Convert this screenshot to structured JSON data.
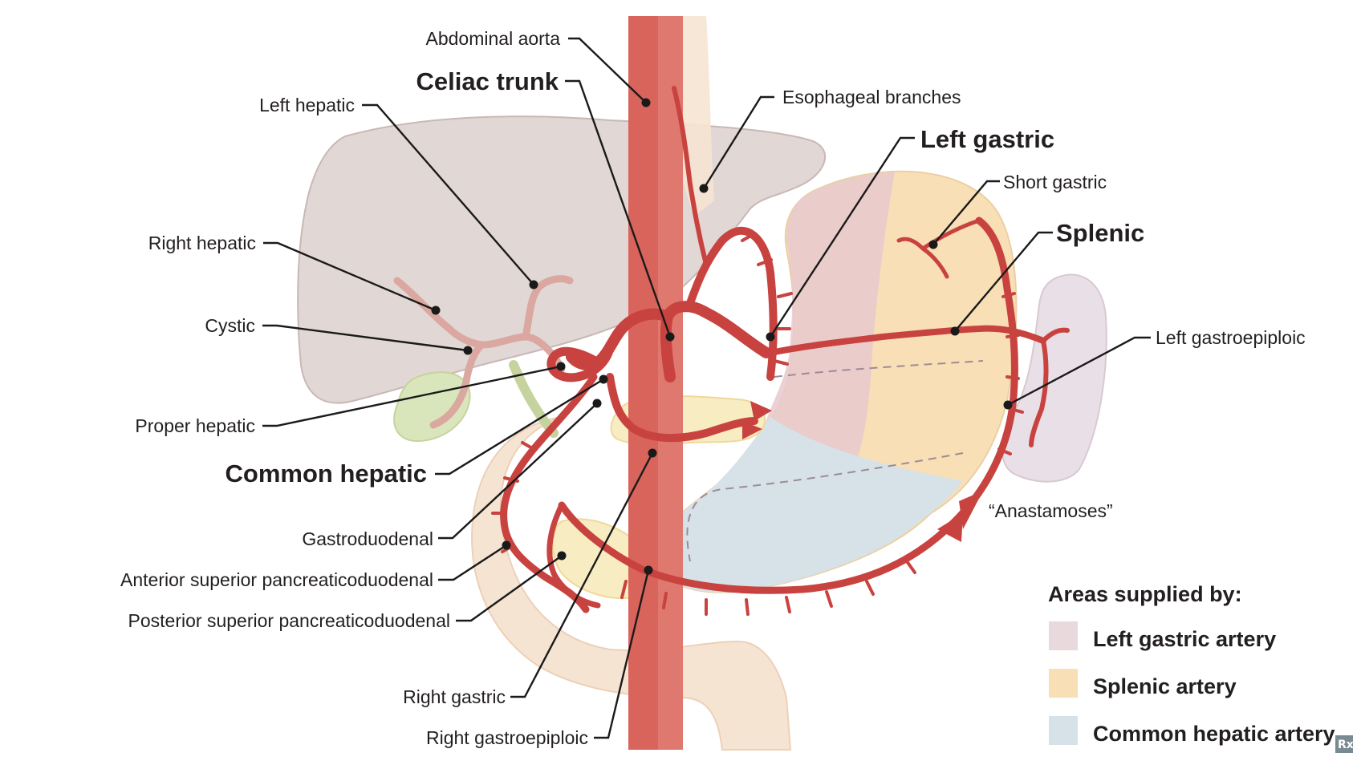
{
  "labels": {
    "abdominal_aorta": "Abdominal aorta",
    "celiac_trunk": "Celiac trunk",
    "esophageal_branches": "Esophageal branches",
    "left_hepatic": "Left hepatic",
    "left_gastric": "Left gastric",
    "short_gastric": "Short gastric",
    "splenic": "Splenic",
    "right_hepatic": "Right hepatic",
    "cystic": "Cystic",
    "left_gastroepiploic": "Left gastroepiploic",
    "proper_hepatic": "Proper hepatic",
    "common_hepatic": "Common hepatic",
    "anastamoses": "“Anastamoses”",
    "gastroduodenal": "Gastroduodenal",
    "anterior_superior_pd": "Anterior superior pancreaticoduodenal",
    "posterior_superior_pd": "Posterior superior pancreaticoduodenal",
    "right_gastric": "Right gastric",
    "right_gastroepiploic": "Right gastroepiploic"
  },
  "legend": {
    "title": "Areas supplied by:",
    "items": [
      {
        "label": "Left gastric artery",
        "color": "#ead9dc"
      },
      {
        "label": "Splenic artery",
        "color": "#f8dfb5"
      },
      {
        "label": "Common hepatic artery",
        "color": "#d6e2e8"
      }
    ]
  },
  "colors": {
    "artery": "#c8433f",
    "aorta": "#d9645c",
    "liver": "#dcd0ce",
    "gallbladder": "#d9e5bb",
    "pancreas": "#f8ecc2",
    "spleen": "#e8e0e6",
    "duodenum": "#f6e4d3"
  },
  "badge": {
    "icon": "rx-icon",
    "text": "Rx"
  }
}
